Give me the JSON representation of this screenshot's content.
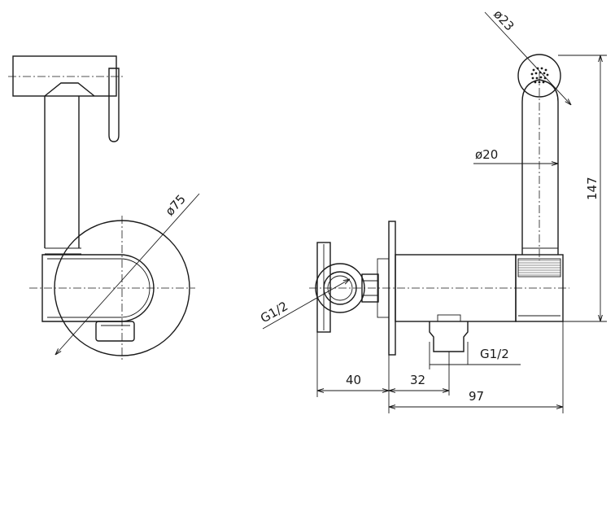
{
  "dimensions": {
    "dia_75": "ø75",
    "dia_23": "ø23",
    "dia_20": "ø20",
    "height_147": "147",
    "thread_left": "G1/2",
    "thread_bottom": "G1/2",
    "len_40": "40",
    "len_32": "32",
    "len_97": "97"
  }
}
